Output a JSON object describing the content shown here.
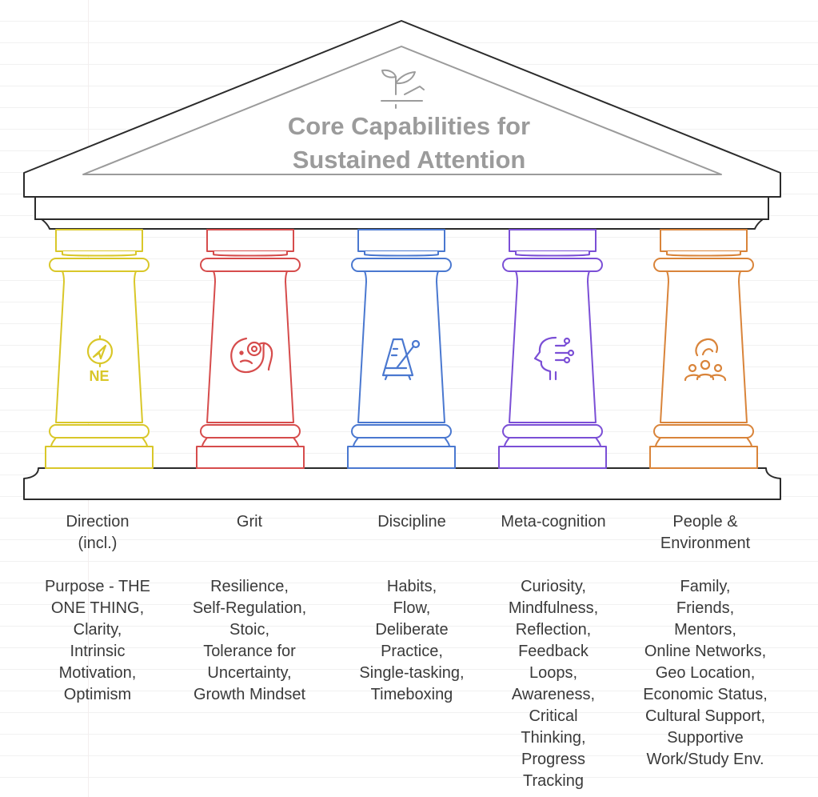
{
  "diagram": {
    "title_line1": "Core Capabilities for",
    "title_line2": "Sustained Attention",
    "colors": {
      "outline": "#2b2b2b",
      "title_gray": "#9b9b9b",
      "direction": "#d9c729",
      "grit": "#d64c4c",
      "discipline": "#4a78d0",
      "metacognition": "#7b4fd6",
      "people": "#d9843a"
    },
    "pillars": [
      {
        "id": "direction",
        "icon": "compass-icon",
        "icon_text": "NE",
        "name_lines": [
          "Direction",
          "(incl.)"
        ],
        "detail_lines": [
          "Purpose - THE",
          "ONE THING,",
          "Clarity,",
          "Intrinsic",
          "Motivation,",
          "Optimism"
        ]
      },
      {
        "id": "grit",
        "icon": "face-magnifier-icon",
        "name_lines": [
          "Grit"
        ],
        "detail_lines": [
          "Resilience,",
          "Self-Regulation,",
          "Stoic,",
          "Tolerance for",
          "Uncertainty,",
          "Growth Mindset"
        ]
      },
      {
        "id": "discipline",
        "icon": "metronome-icon",
        "name_lines": [
          "Discipline"
        ],
        "detail_lines": [
          "Habits,",
          "Flow,",
          "Deliberate",
          "Practice,",
          "Single-tasking,",
          "Timeboxing"
        ]
      },
      {
        "id": "metacognition",
        "icon": "head-circuit-icon",
        "name_lines": [
          "Meta-cognition"
        ],
        "detail_lines": [
          "Curiosity,",
          "Mindfulness,",
          "Reflection,",
          "Feedback",
          "Loops,",
          "Awareness,",
          "Critical",
          "Thinking,",
          "Progress",
          "Tracking"
        ]
      },
      {
        "id": "people",
        "icon": "people-group-icon",
        "name_lines": [
          "People &",
          "Environment"
        ],
        "detail_lines": [
          "Family,",
          "Friends,",
          "Mentors,",
          "Online Networks,",
          "Geo Location,",
          "Economic Status,",
          "Cultural Support,",
          "Supportive",
          "Work/Study Env."
        ]
      }
    ]
  }
}
